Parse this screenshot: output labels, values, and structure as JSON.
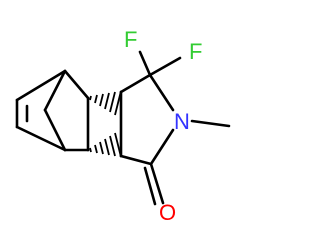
{
  "molecule": {
    "atoms": [
      {
        "id": "F1",
        "symbol": "F",
        "color": "#33cc33"
      },
      {
        "id": "F2",
        "symbol": "F",
        "color": "#33cc33"
      },
      {
        "id": "N",
        "symbol": "N",
        "color": "#3333ff"
      },
      {
        "id": "O",
        "symbol": "O",
        "color": "#ff0000"
      }
    ],
    "colors": {
      "bond": "#000000",
      "background": "#ffffff"
    }
  }
}
